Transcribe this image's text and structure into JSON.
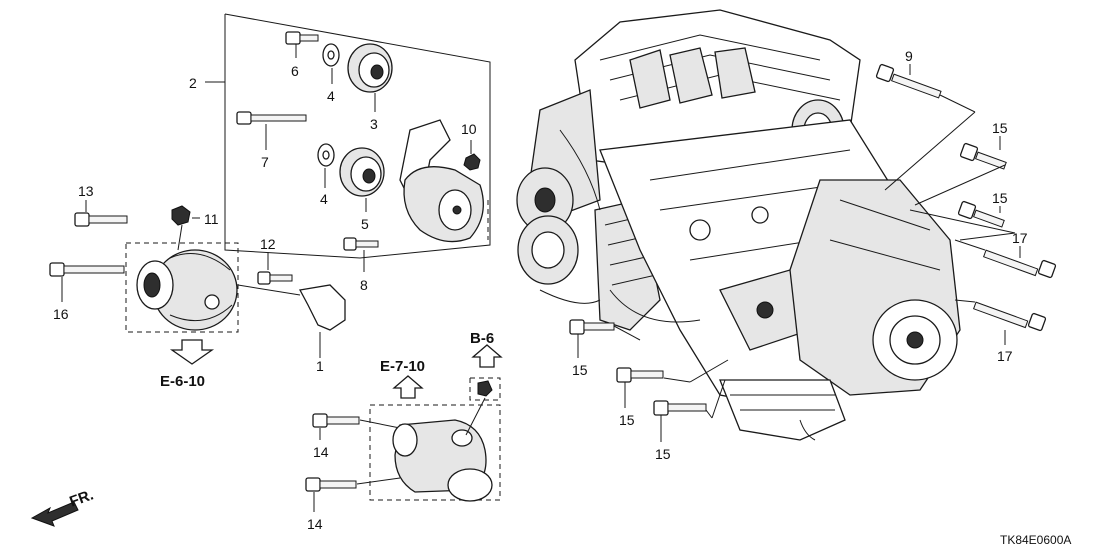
{
  "callouts": {
    "c1": "1",
    "c2": "2",
    "c3": "3",
    "c4a": "4",
    "c4b": "4",
    "c5": "5",
    "c6": "6",
    "c7": "7",
    "c8": "8",
    "c9": "9",
    "c10": "10",
    "c11": "11",
    "c12": "12",
    "c13": "13",
    "c14a": "14",
    "c14b": "14",
    "c15a": "15",
    "c15b": "15",
    "c15c": "15",
    "c15d": "15",
    "c15e": "15",
    "c16": "16",
    "c17a": "17",
    "c17b": "17"
  },
  "references": {
    "e610": "E-6-10",
    "e710": "E-7-10",
    "b6": "B-6"
  },
  "direction_label": "FR.",
  "diagram_code": "TK84E0600A"
}
